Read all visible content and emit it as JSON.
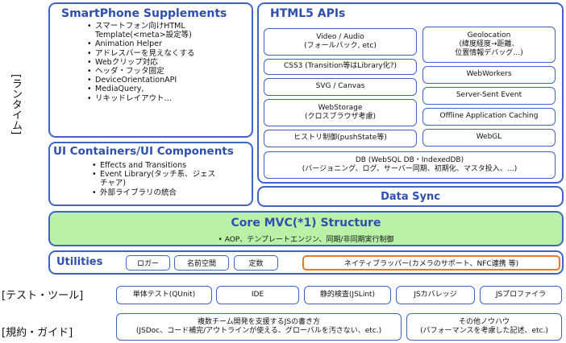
{
  "side_labels": {
    "runtime": "[ランタイム]",
    "test_tools": "[テスト・ツール]",
    "rules_guide": "[規約・ガイド]"
  },
  "smartphone": {
    "title": "SmartPhone Supplements",
    "items": [
      "スマートフォン向けHTML",
      "Template(<meta>設定等)",
      "Animation Helper",
      "アドレスバーを見えなくする",
      "Webクリップ対応",
      "ヘッダ・フッタ固定",
      "DeviceOrientationAPI",
      "MediaQuery,",
      "リキッドレイアウト…"
    ]
  },
  "ui_containers": {
    "title": "UI Containers/UI Components",
    "items": [
      "Effects and Transitions",
      "Event Library(タッチ系、ジェス",
      "チャア)",
      "外部ライブラリの統合"
    ]
  },
  "html5": {
    "title": "HTML5 APIs",
    "video_line1": "Video / Audio",
    "video_line2": "(フォールバック, etc)",
    "css3": "CSS3 (Transition等はLibrary化?)",
    "svg": "SVG / Canvas",
    "webstorage_line1": "WebStorage",
    "webstorage_line2": "(クロスブラウザ考慮)",
    "history": "ヒストリ制御(pushState等)",
    "db_line1": "DB (WebSQL DB・IndexedDB)",
    "db_line2": "(バージョニング、ログ、サーバー同期、初期化、マスタ投入、…)",
    "geo_line1": "Geolocation",
    "geo_line2": "(緯度経度→距離、",
    "geo_line3": "位置情報デバッグ…)",
    "webworkers": "WebWorkers",
    "sse": "Server-Sent Event",
    "offline": "Offline Application Caching",
    "webgl": "WebGL"
  },
  "data_sync": "Data Sync",
  "core": {
    "title": "Core MVC(*1)  Structure",
    "item": "AOP、テンプレートエンジン、同期/非同期実行制御"
  },
  "utilities": {
    "title": "Utilities",
    "logger": "ロガー",
    "namespace": "名前空間",
    "constants": "定数",
    "native": "ネイティブラッパー(カメラのサポート、NFC連携 等)"
  },
  "tests": {
    "unit": "単体テスト(QUnit)",
    "ide": "IDE",
    "static": "静的検査(JSLint)",
    "coverage": "JSカバレッジ",
    "profiler": "JSプロファイラ"
  },
  "rules": {
    "js_line1": "複数チーム開発を支援するJSの書き方",
    "js_line2": "(JSDoc、コード補完/アウトラインが使える、グローバルを汚さない、etc.)",
    "other_line1": "その他ノウハウ",
    "other_line2": "(パフォーマンスを考慮した記述、etc.)"
  },
  "colors": {
    "border": "#3f64c8",
    "title_text": "#2f4fb0",
    "core_fill": "#b9f2a6",
    "native_border": "#e8782a"
  }
}
